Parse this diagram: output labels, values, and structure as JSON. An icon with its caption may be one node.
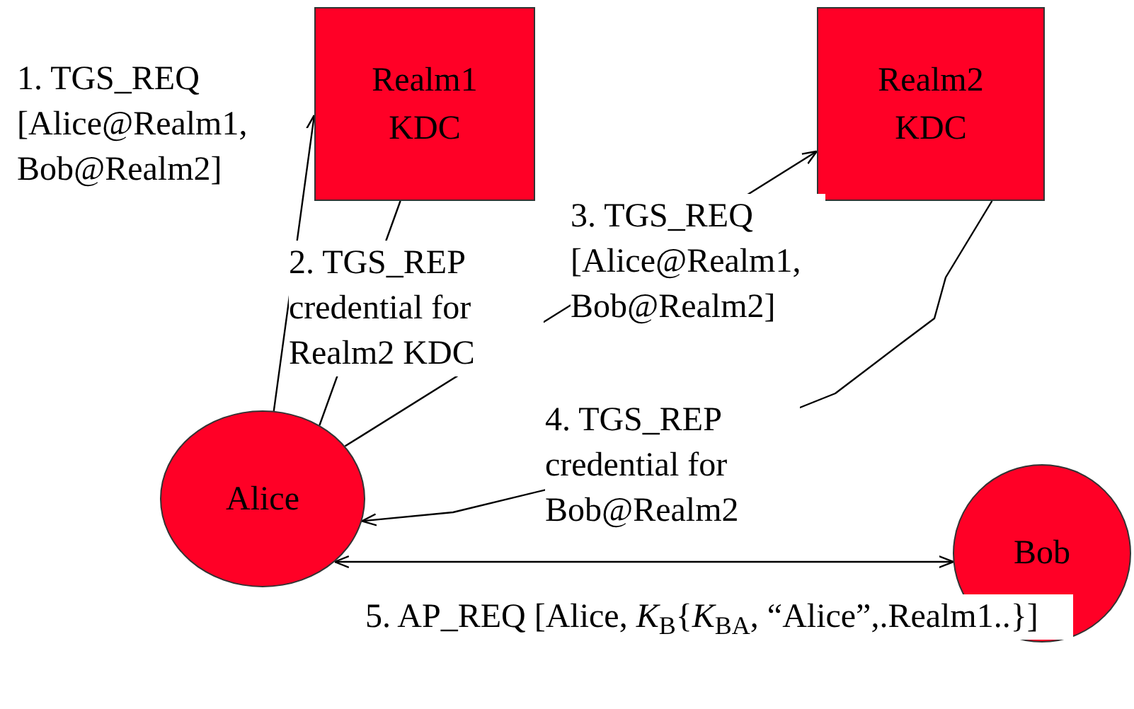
{
  "diagram": {
    "nodes": [
      {
        "text": [
          "Realm1 KDC"
        ]
      },
      {
        "text": [
          "Realm2 KDC"
        ]
      },
      {
        "text": [
          "Alice"
        ]
      },
      {
        "text": [
          "Bob"
        ]
      }
    ],
    "edges": [
      {
        "from": 2,
        "to": 0,
        "arrow": "to",
        "label": "1. TGS_REQ [Alice@Realm1, Bob@Realm2]"
      },
      {
        "from": 0,
        "to": 2,
        "arrow": "none",
        "label": "2. TGS_REP credential for Realm2 KDC"
      },
      {
        "from": 2,
        "to": 1,
        "arrow": "to",
        "label": "3. TGS_REQ [Alice@Realm1, Bob@Realm2]"
      },
      {
        "from": 1,
        "to": 2,
        "arrow": "to",
        "label": "4. TGS_REP credential for Bob@Realm2"
      },
      {
        "from": 2,
        "to": 3,
        "arrow": "both",
        "label": "5. AP_REQ [Alice, *K*$_{B}${*K*$_{BA}$, “Alice”,.Realm1..}]"
      }
    ]
  }
}
